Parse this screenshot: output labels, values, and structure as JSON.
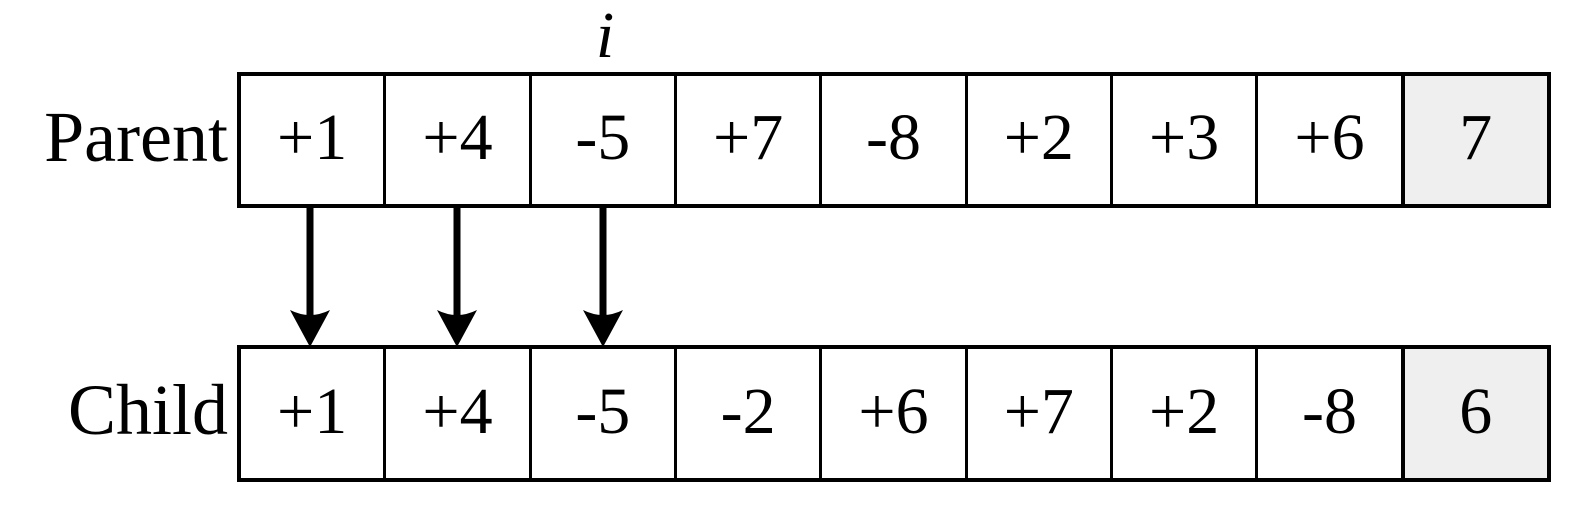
{
  "diagram": {
    "index_label": "i",
    "parent": {
      "label": "Parent",
      "cells": [
        "+1",
        "+4",
        "-5",
        "+7",
        "-8",
        "+2",
        "+3",
        "+6",
        "7"
      ]
    },
    "child": {
      "label": "Child",
      "cells": [
        "+1",
        "+4",
        "-5",
        "-2",
        "+6",
        "+7",
        "+2",
        "-8",
        "6"
      ]
    },
    "arrow_count": 3
  },
  "colors": {
    "background": "#ffffff",
    "line": "#000000",
    "fitness_cell_bg": "#efefef"
  }
}
